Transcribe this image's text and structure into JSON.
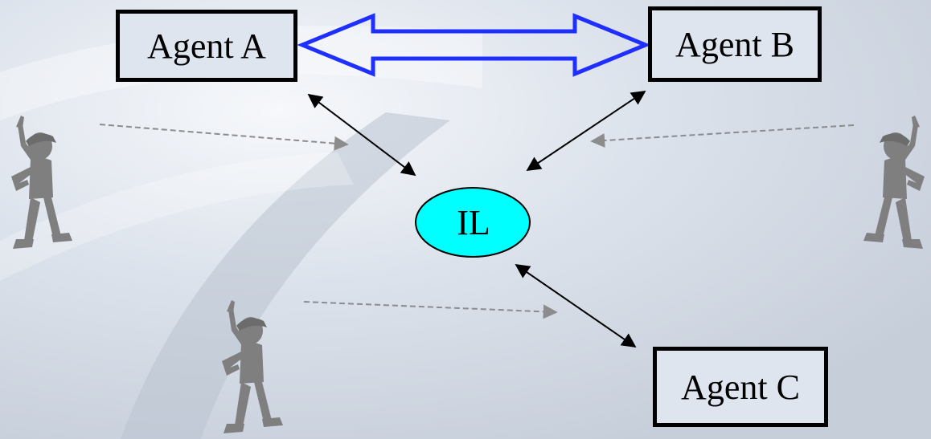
{
  "agents": {
    "a": "Agent A",
    "b": "Agent B",
    "c": "Agent C"
  },
  "hub": {
    "label": "IL",
    "color": "#00ffff"
  },
  "colors": {
    "main_link": "#1f2fff",
    "link": "#000000",
    "observer_link": "#8c8c8c",
    "observer_figure": "#7f7f7f"
  }
}
